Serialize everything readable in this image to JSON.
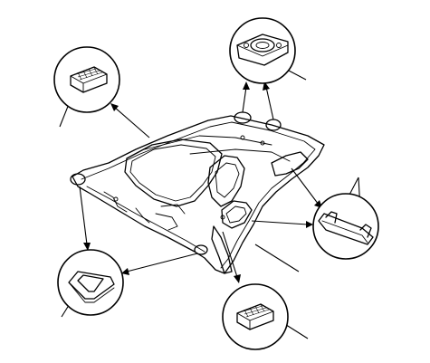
{
  "diagram": {
    "kind": "exploded parts illustration",
    "text_labels": [],
    "colors": {
      "line": "#000000",
      "background": "#ffffff",
      "fill": "#ffffff"
    },
    "components": [
      {
        "id": "main-panel",
        "name": "headliner-panel"
      },
      {
        "id": "detail-top-left",
        "name": "clip-detail"
      },
      {
        "id": "detail-top-right",
        "name": "oval-clip-detail"
      },
      {
        "id": "detail-right",
        "name": "hook-clip-detail"
      },
      {
        "id": "detail-bottom-left",
        "name": "triangle-clip-detail"
      },
      {
        "id": "detail-bottom-right",
        "name": "clip-detail"
      }
    ]
  }
}
